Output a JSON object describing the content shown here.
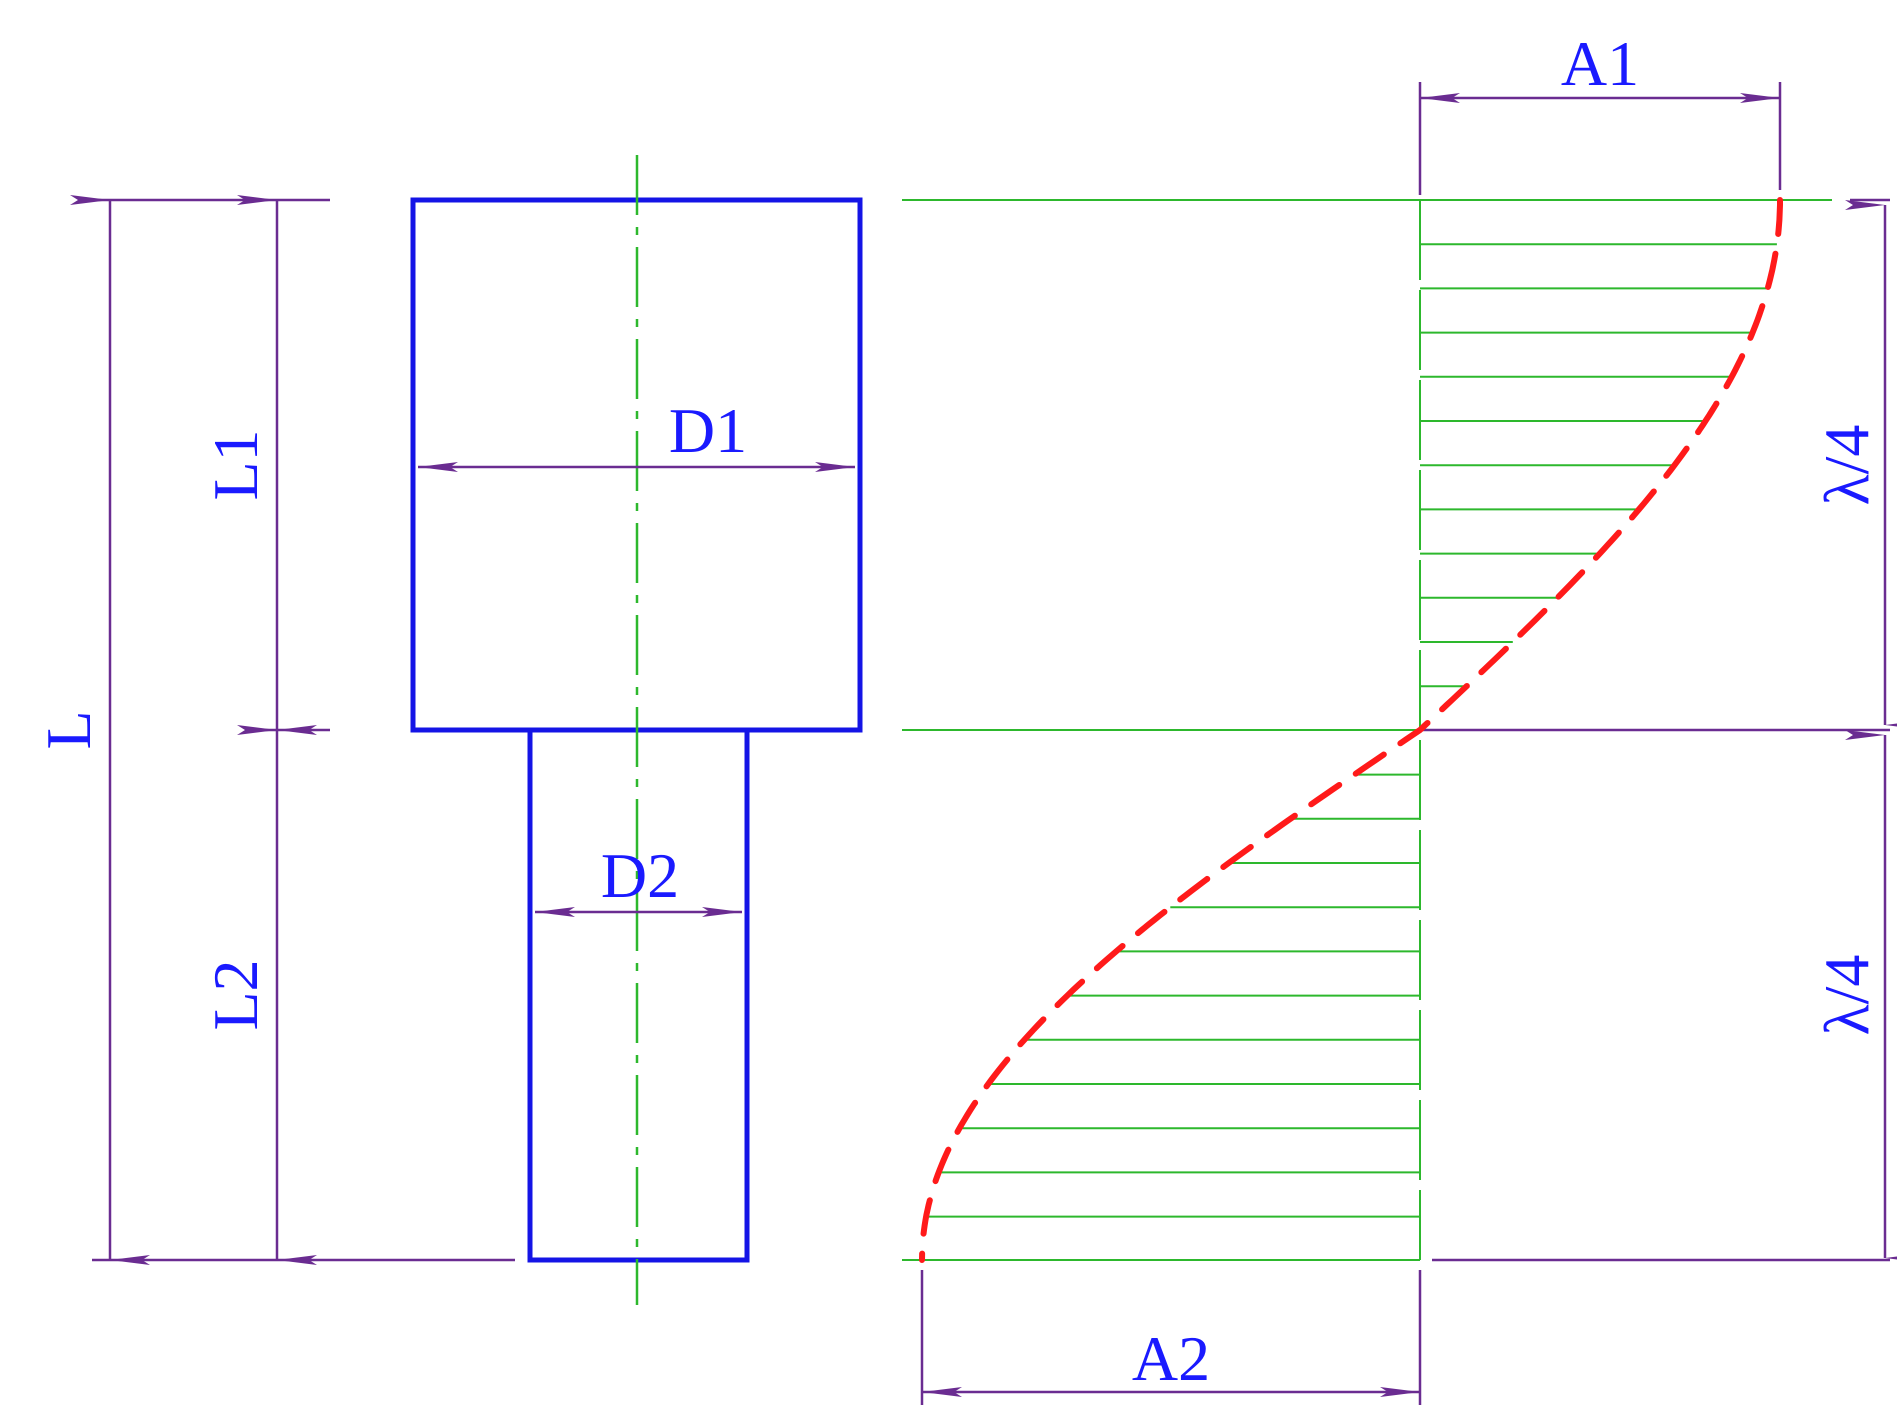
{
  "labels": {
    "L": "L",
    "L1": "L1",
    "L2": "L2",
    "D1": "D1",
    "D2": "D2",
    "A1": "A1",
    "A2": "A2",
    "quarter_top": "λ/4",
    "quarter_bottom": "λ/4"
  },
  "colors": {
    "body": "#1414e6",
    "dimension": "#6a2c91",
    "center_and_hatch": "#2db82d",
    "curve": "#ff1a1a",
    "label": "#1a1aff"
  }
}
